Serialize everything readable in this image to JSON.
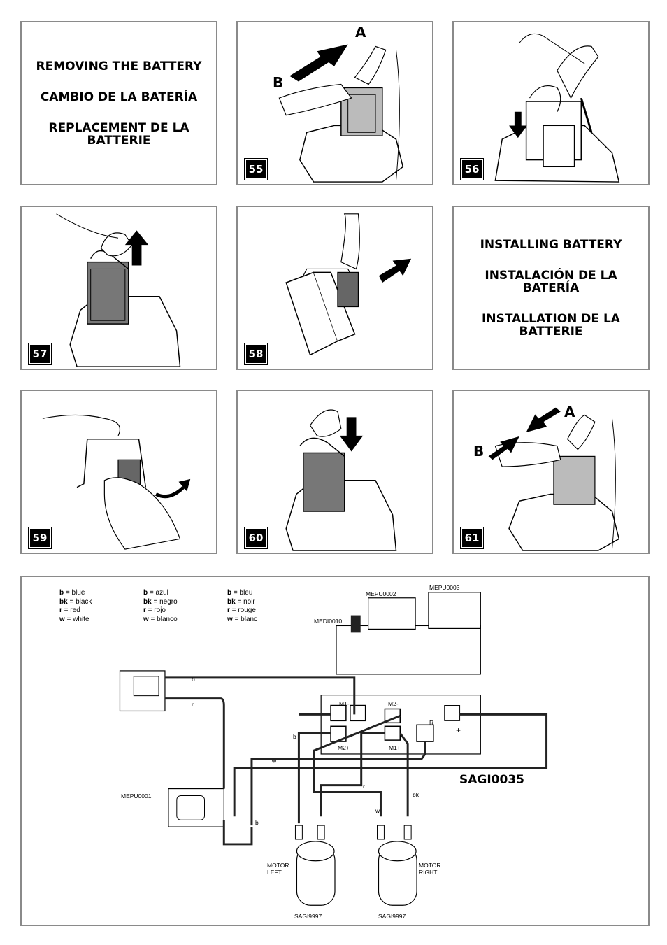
{
  "removing": {
    "title_en": "REMOVING THE BATTERY",
    "title_es": "CAMBIO DE LA BATERÍA",
    "title_fr": "REPLACEMENT DE LA BATTERIE"
  },
  "installing": {
    "title_en": "INSTALLING BATTERY",
    "title_es": "INSTALACIÓN DE LA BATERÍA",
    "title_fr": "INSTALLATION DE LA BATTERIE"
  },
  "steps": {
    "s55": "55",
    "s56": "56",
    "s57": "57",
    "s58": "58",
    "s59": "59",
    "s60": "60",
    "s61": "61"
  },
  "labels": {
    "a": "A",
    "b": "B"
  },
  "legend": {
    "en": [
      {
        "code": "b",
        "text": " = blue"
      },
      {
        "code": "bk",
        "text": " = black"
      },
      {
        "code": "r",
        "text": " = red"
      },
      {
        "code": "w",
        "text": " = white"
      }
    ],
    "es": [
      {
        "code": "b",
        "text": " = azul"
      },
      {
        "code": "bk",
        "text": " = negro"
      },
      {
        "code": "r",
        "text": " = rojo"
      },
      {
        "code": "w",
        "text": " = blanco"
      }
    ],
    "fr": [
      {
        "code": "b",
        "text": " = bleu"
      },
      {
        "code": "bk",
        "text": " = noir"
      },
      {
        "code": "r",
        "text": " = rouge"
      },
      {
        "code": "w",
        "text": " = blanc"
      }
    ]
  },
  "parts": {
    "mepu0002": "MEPU0002",
    "mepu0003": "MEPU0003",
    "medi0010": "MEDI0010",
    "mepu0001": "MEPU0001",
    "sagi0035": "SAGI0035",
    "motor_left_1": "MOTOR",
    "motor_left_2": "LEFT",
    "motor_right_1": "MOTOR",
    "motor_right_2": "RIGHT",
    "sagi9997_left": "SAGI9997",
    "sagi9997_right": "SAGI9997"
  },
  "terminals": {
    "m1_minus": "M1-",
    "m2_minus": "M2-",
    "m2_plus": "M2+",
    "m1_plus": "M1+",
    "r": "R",
    "plus": "+"
  },
  "wires": {
    "b1": "b",
    "r1": "r",
    "b2": "b",
    "w1": "w",
    "r2": "r",
    "bk": "bk",
    "w2": "w",
    "b3": "b"
  }
}
